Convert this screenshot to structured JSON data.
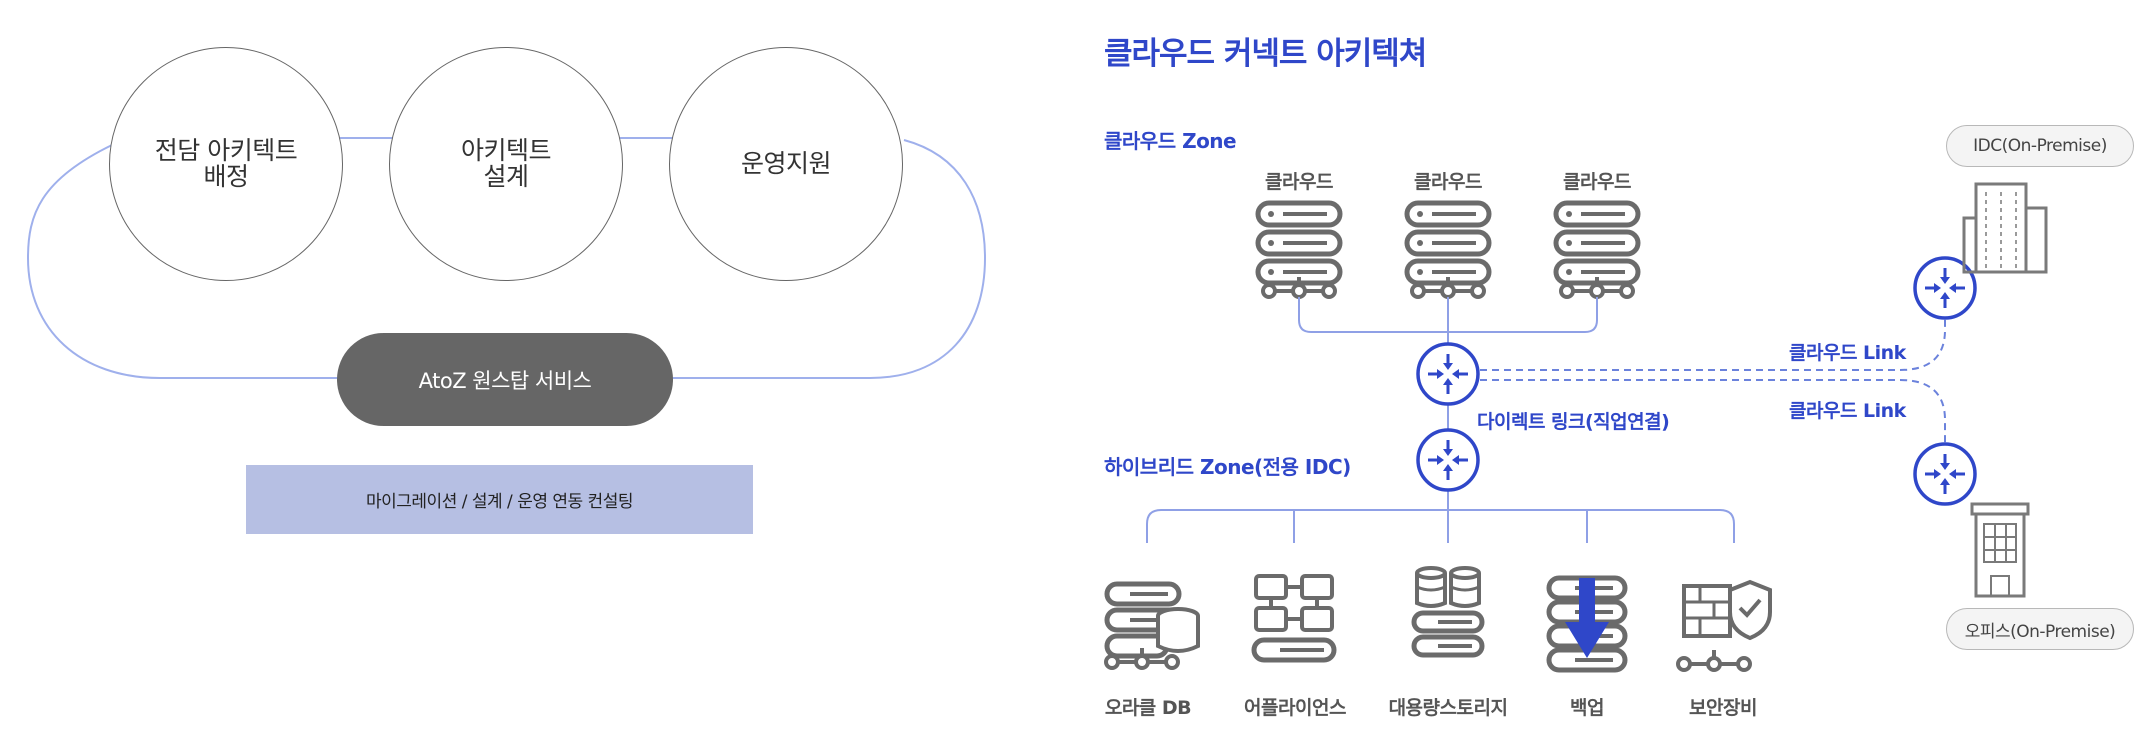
{
  "left": {
    "circles": [
      {
        "label": "전담 아키텍트\n배정"
      },
      {
        "label": "아키텍트\n설계"
      },
      {
        "label": "운영지원"
      }
    ],
    "service_pill": "AtoZ 원스탑 서비스",
    "consulting_box": "마이그레이션 / 설계 / 운영 연동 컨설팅"
  },
  "right": {
    "title": "클라우드 커넥트 아키텍쳐",
    "cloud_zone": {
      "label": "클라우드 Zone",
      "servers": [
        {
          "label": "클라우드"
        },
        {
          "label": "클라우드"
        },
        {
          "label": "클라우드"
        }
      ]
    },
    "direct_link_label": "다이렉트 링크(직업연결)",
    "cloud_links": [
      {
        "label": "클라우드 Link"
      },
      {
        "label": "클라우드 Link"
      }
    ],
    "hybrid_zone": {
      "label": "하이브리드 Zone(전용 IDC)",
      "items": [
        {
          "label": "오라클 DB",
          "icon": "oracle-db-icon"
        },
        {
          "label": "어플라이언스",
          "icon": "appliance-icon"
        },
        {
          "label": "대용량스토리지",
          "icon": "storage-icon"
        },
        {
          "label": "백업",
          "icon": "backup-icon"
        },
        {
          "label": "보안장비",
          "icon": "security-icon"
        }
      ]
    },
    "idc_tag": "IDC(On-Premise)",
    "office_tag": "오피스(On-Premise)"
  },
  "colors": {
    "accent_blue": "#2f47c9",
    "line_light_blue": "#aab6ea",
    "icon_gray": "#6b6b6b",
    "pill_gray": "#666666",
    "consult_bg": "#b6bfe3"
  }
}
